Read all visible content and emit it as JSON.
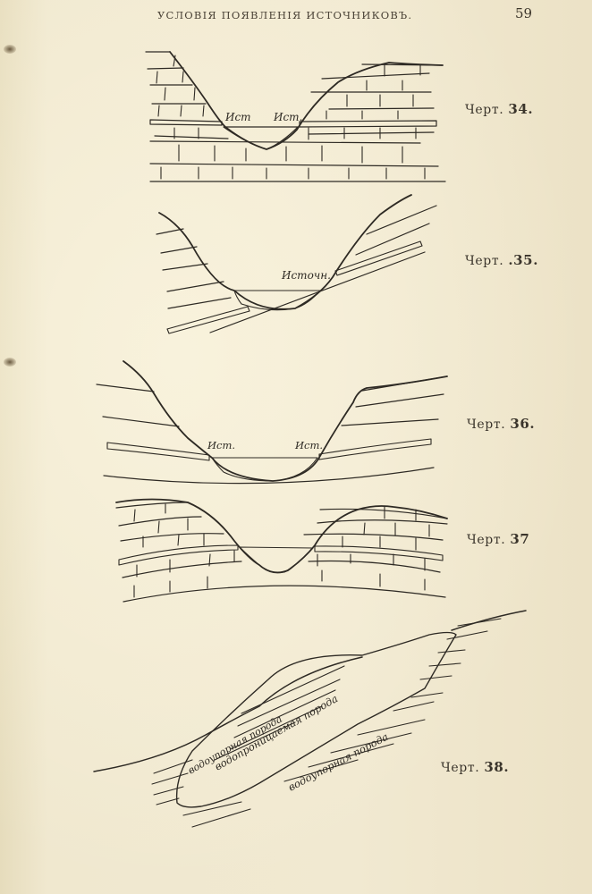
{
  "header": {
    "running_head": "Условія появленія источниковъ.",
    "page_number": "59"
  },
  "figures": [
    {
      "id": "34",
      "caption_prefix": "Черт.",
      "caption_number": "34.",
      "labels": [
        "Ист",
        "Ист."
      ]
    },
    {
      "id": "35",
      "caption_prefix": "Черт.",
      "caption_number": ".35.",
      "labels": [
        "Источн."
      ]
    },
    {
      "id": "36",
      "caption_prefix": "Черт.",
      "caption_number": "36.",
      "labels": [
        "Ист.",
        "Ист."
      ]
    },
    {
      "id": "37",
      "caption_prefix": "Черт.",
      "caption_number": "37",
      "labels": []
    },
    {
      "id": "38",
      "caption_prefix": "Черт.",
      "caption_number": "38.",
      "labels": [
        "водоупорная порода",
        "водопроницаемая порода",
        "водоупорная порода"
      ]
    }
  ],
  "colors": {
    "paper": "#efe6cc",
    "ink": "#2e2a24",
    "text": "#3a342b"
  }
}
